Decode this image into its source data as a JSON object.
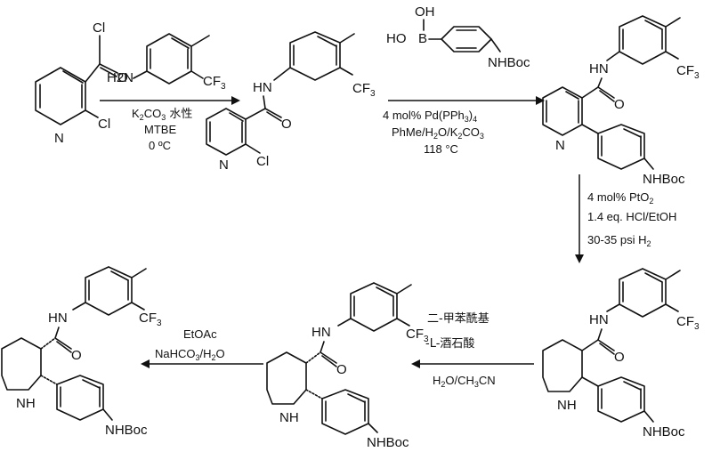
{
  "atoms": {
    "cl": "Cl",
    "o": "O",
    "n": "N",
    "cf3": "CF3",
    "nh2": "H2N",
    "hn": "HN",
    "nh": "NH",
    "oh": "OH",
    "b": "B",
    "ho": "HO",
    "nhboc": "NHBoc",
    "cf3_parts": [
      "CF",
      "3"
    ]
  },
  "arrows": {
    "step1": {
      "reagent": "H2N-aryl (4-methyl-3-CF3-aniline)",
      "lines": [
        "K2CO3 水性",
        "MTBE",
        "0 ºC"
      ]
    },
    "step2": {
      "reagent": "4-(NHBoc)phenylboronic acid",
      "lines": [
        "4 mol% Pd(PPh3)4",
        "PhMe/H2O/K2CO3",
        "118 °C"
      ]
    },
    "step3": {
      "lines": [
        "4 mol% PtO2",
        "1.4 eq. HCl/EtOH",
        "30-35 psi H2"
      ]
    },
    "step4": {
      "above": [
        "二-甲苯酰基",
        "-L-酒石酸"
      ],
      "below": "H2O/CH3CN"
    },
    "step5": {
      "above": "EtOAc",
      "below": "NaHCO3/H2O"
    }
  }
}
